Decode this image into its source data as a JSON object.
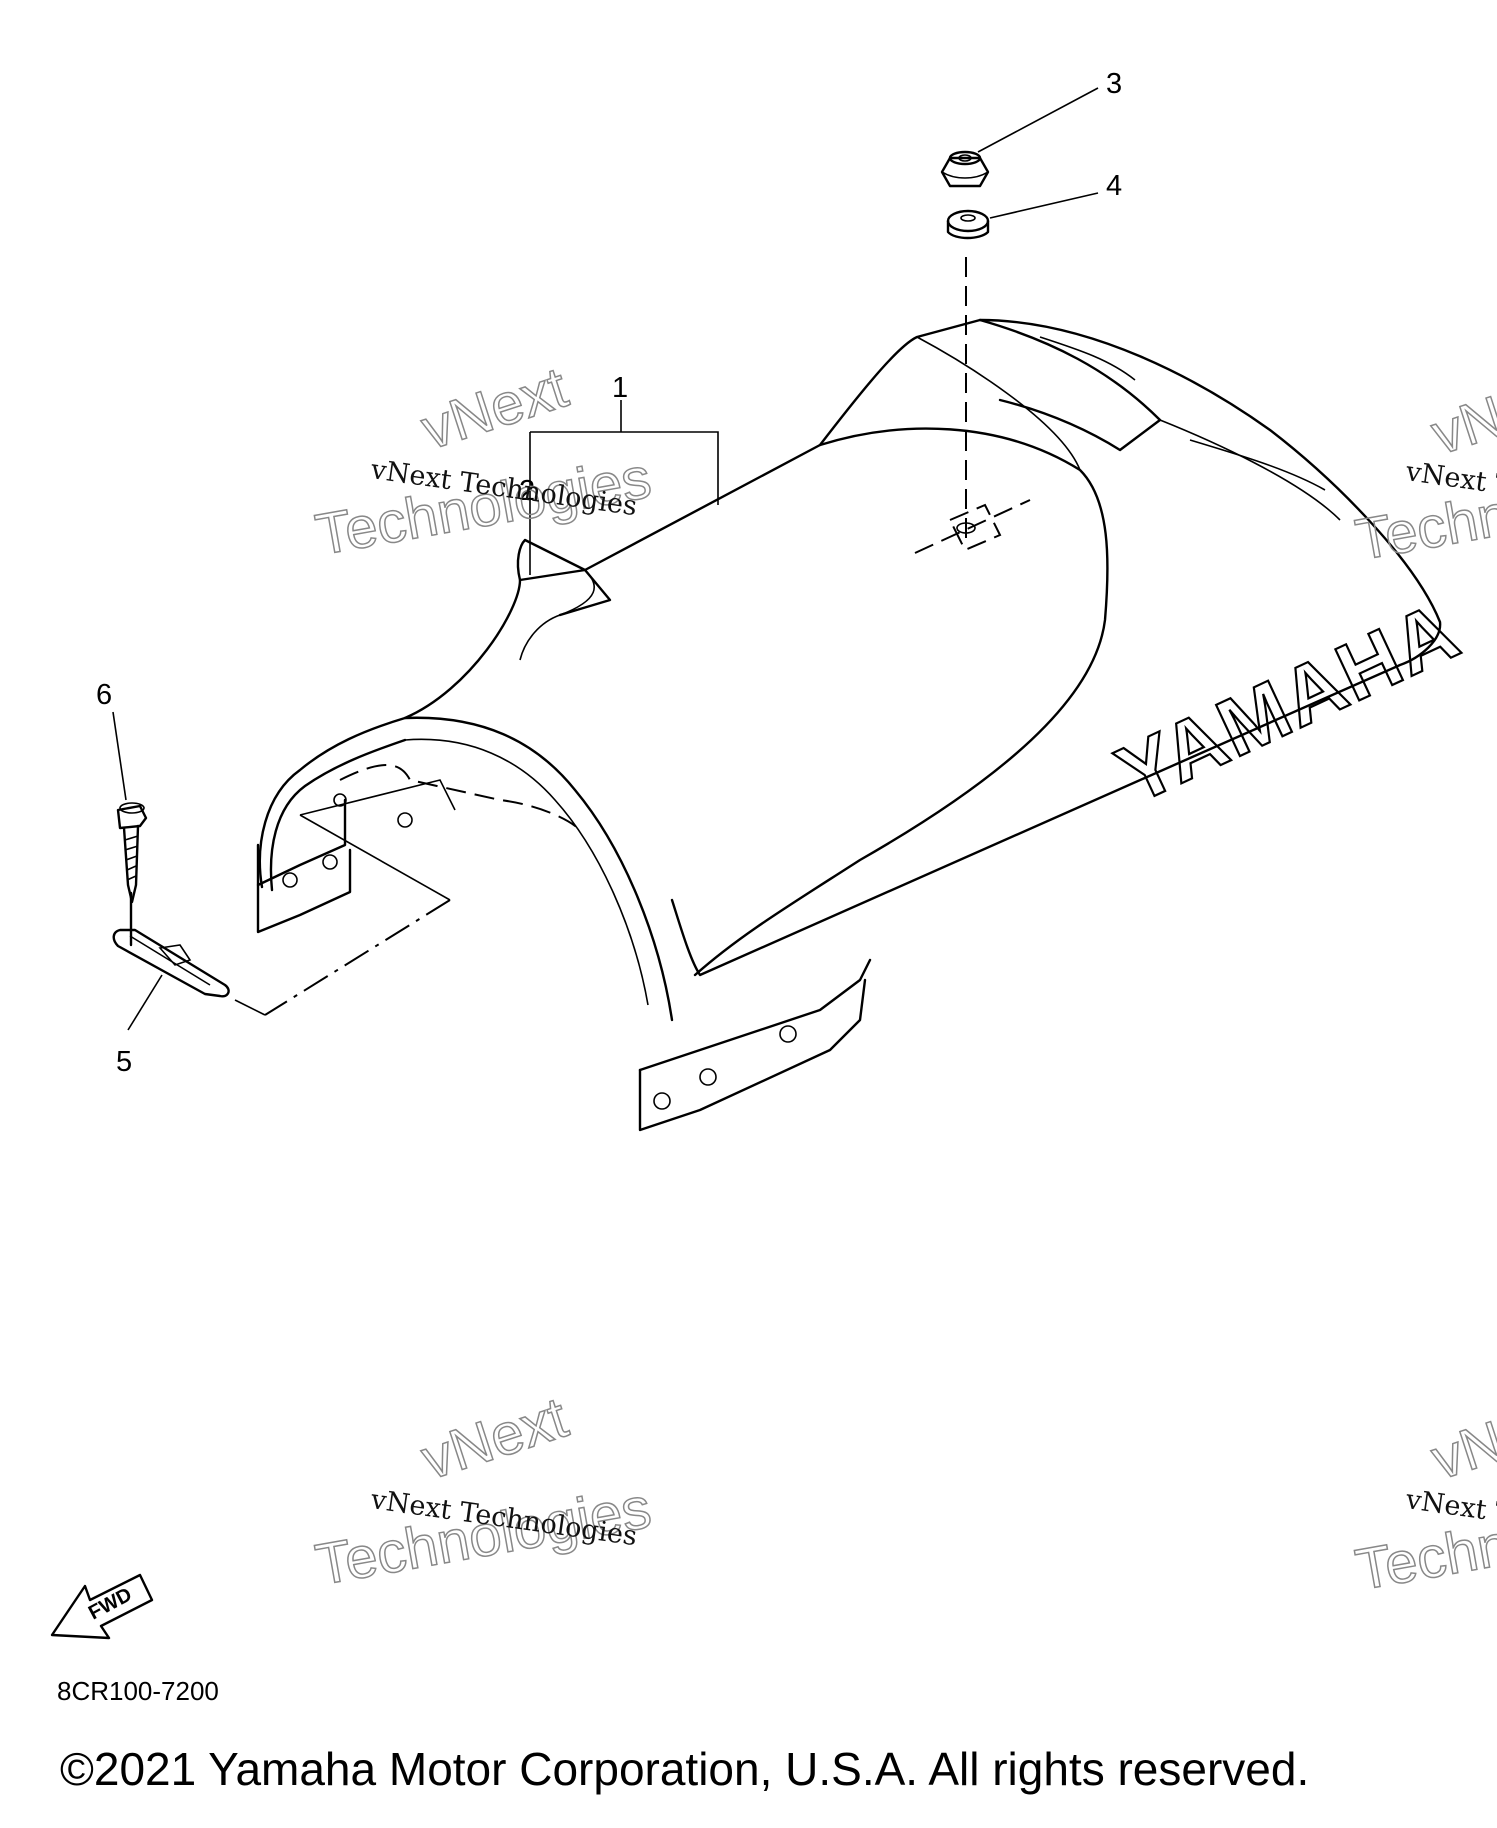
{
  "callouts": [
    "1",
    "2",
    "3",
    "4",
    "5",
    "6"
  ],
  "brand_text": "YAMAHA",
  "fwd_label": "FWD",
  "diagram_code": "8CR100-7200",
  "watermark": {
    "small": "vNext Technologies",
    "big_line1": "vNext",
    "big_line2": "Technologies"
  },
  "copyright": "©2021 Yamaha Motor Corporation, U.S.A. All rights reserved."
}
